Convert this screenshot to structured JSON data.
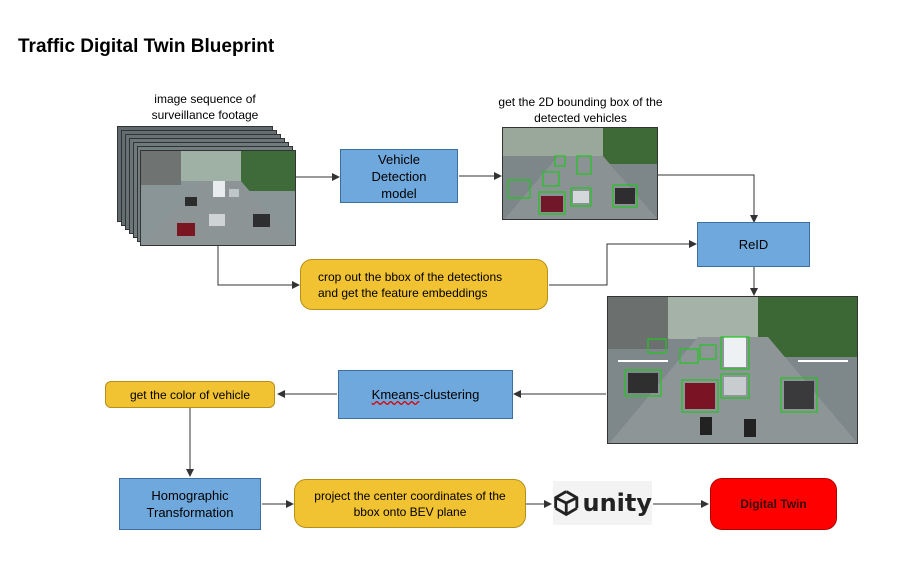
{
  "title": "Traffic Digital Twin Blueprint",
  "captions": {
    "image_sequence": "image sequence of\nsurveillance footage",
    "bbox_output": "get the 2D bounding box of the\ndetected vehicles"
  },
  "nodes": {
    "vehicle_detection": "Vehicle\nDetection\nmodel",
    "reid": "ReID",
    "crop_embed": "crop out the bbox of the detections\nand get the feature embeddings",
    "kmeans_prefix": "Kmeans",
    "kmeans_suffix": "-clustering",
    "vehicle_color": "get the color of vehicle",
    "homography": "Homographic\nTransformation",
    "project_bev": "project the center coordinates of the\nbbox onto BEV plane",
    "unity_logo": "unity",
    "digital_twin": "Digital Twin"
  },
  "colors": {
    "process_blue": "#6fa8dc",
    "note_yellow": "#f1c232",
    "output_red": "#ff0000"
  },
  "icons": [
    "unity-logo-icon",
    "camera-footage-stack",
    "detection-frame-image",
    "reid-result-image"
  ]
}
